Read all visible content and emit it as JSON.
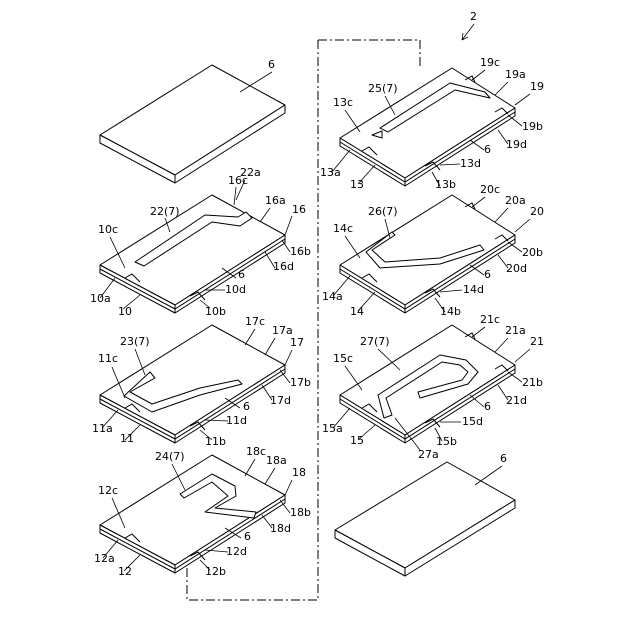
{
  "figure": {
    "assembly_ref": "2",
    "colors": {
      "line": "#000000",
      "background": "#ffffff"
    },
    "right_column": {
      "top_plate": {
        "board": "19",
        "board_sub": [
          "19a",
          "19b",
          "19c",
          "19d"
        ],
        "base": "13",
        "base_sub": [
          "13a",
          "13b",
          "13c",
          "13d"
        ],
        "pattern": "25(7)",
        "sheet": "6"
      },
      "second_plate": {
        "board": "20",
        "board_sub": [
          "20a",
          "20b",
          "20c",
          "20d"
        ],
        "base": "14",
        "base_sub": [
          "14a",
          "14b",
          "14c",
          "14d"
        ],
        "pattern": "26(7)",
        "sheet": "6"
      },
      "third_plate": {
        "board": "21",
        "board_sub": [
          "21a",
          "21b",
          "21c",
          "21d"
        ],
        "base": "15",
        "base_sub": [
          "15a",
          "15b",
          "15c",
          "15d"
        ],
        "pattern": "27(7)",
        "pattern_extra": "27a",
        "sheet": "6"
      },
      "bottom_sheet": "6"
    },
    "left_column": {
      "top_sheet": "6",
      "first_plate": {
        "board": "16",
        "board_sub": [
          "16a",
          "16b",
          "16c",
          "16d"
        ],
        "base": "10",
        "base_sub": [
          "10a",
          "10b",
          "10c",
          "10d"
        ],
        "pattern": "22(7)",
        "pattern_extra": "22a",
        "sheet": "6"
      },
      "second_plate": {
        "board": "17",
        "board_sub": [
          "17a",
          "17b",
          "17c",
          "17d"
        ],
        "base": "11",
        "base_sub": [
          "11a",
          "11b",
          "11c",
          "11d"
        ],
        "pattern": "23(7)",
        "sheet": "6"
      },
      "third_plate": {
        "board": "18",
        "board_sub": [
          "18a",
          "18b",
          "18c",
          "18d"
        ],
        "base": "12",
        "base_sub": [
          "12a",
          "12b",
          "12c",
          "12d"
        ],
        "pattern": "24(7)",
        "sheet": "6"
      }
    }
  }
}
